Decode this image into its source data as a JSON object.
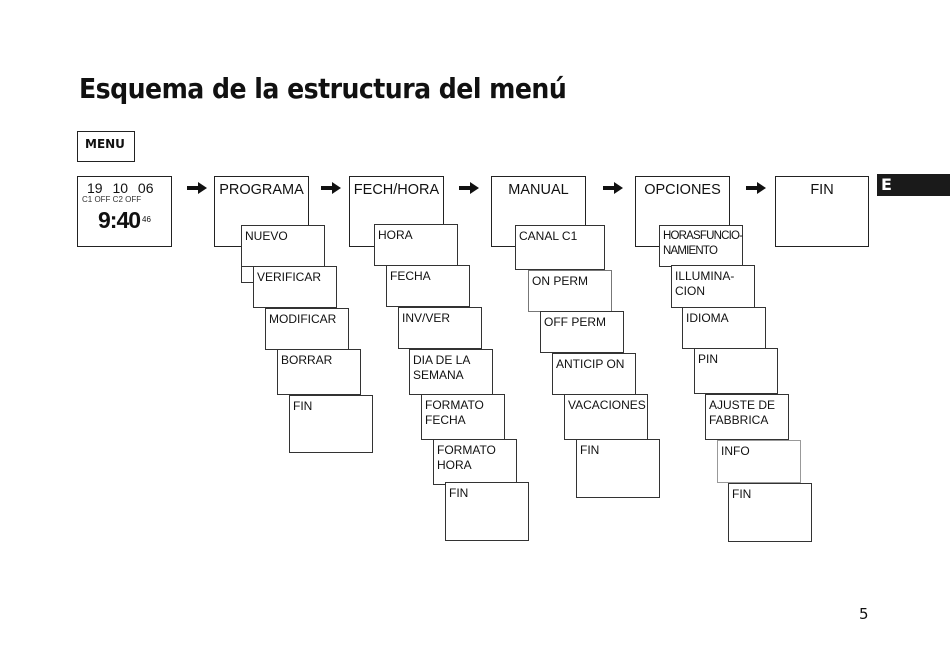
{
  "title": "Esquema de la estructura del menú",
  "menu_label": "MENU",
  "language_tab": "E",
  "page_number": "5",
  "display": {
    "date": "19  10  06",
    "channels": "C1 OFF C2 OFF",
    "time": "9:40",
    "seconds": "46"
  },
  "columns": [
    {
      "heading": "PROGRAMA",
      "items": [
        "NUEVO",
        "VERIFICAR",
        "MODIFICAR",
        "BORRAR",
        "FIN"
      ]
    },
    {
      "heading": "FECH/HORA",
      "items": [
        "HORA",
        "FECHA",
        "INV/VER",
        "DIA DE LA SEMANA",
        "FORMATO FECHA",
        "FORMATO HORA",
        "FIN"
      ]
    },
    {
      "heading": "MANUAL",
      "items": [
        "CANAL C1",
        "ON PERM",
        "OFF PERM",
        "ANTICIP ON",
        "VACACIONES",
        "FIN"
      ]
    },
    {
      "heading": "OPCIONES",
      "items": [
        "HORASFUNCIO-NAMIENTO",
        "ILLUMINA-CION",
        "IDIOMA",
        "PIN",
        "AJUSTE DE FABBRICA",
        "INFO",
        "FIN"
      ]
    },
    {
      "heading": "FIN",
      "items": []
    }
  ]
}
